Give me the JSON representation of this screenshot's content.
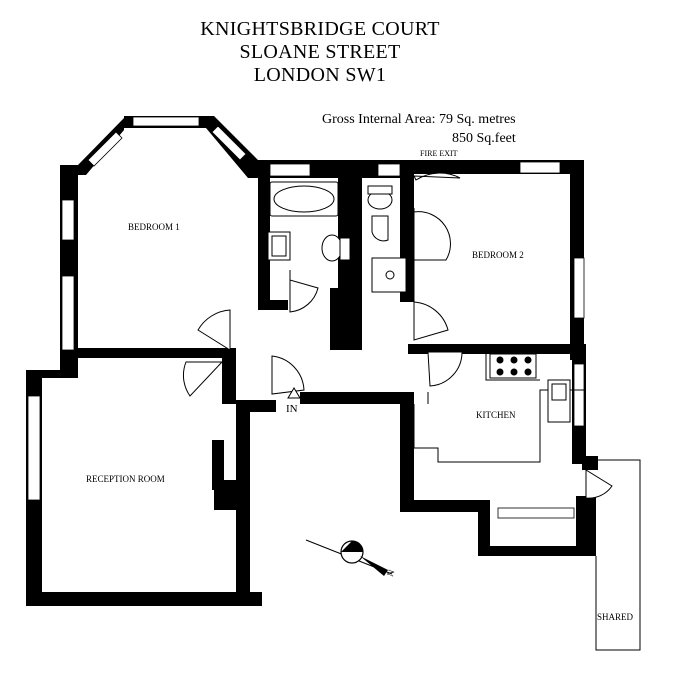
{
  "header": {
    "title_lines": [
      "KNIGHTSBRIDGE COURT",
      "SLOANE STREET",
      "LONDON SW1"
    ]
  },
  "area": {
    "line1": "Gross Internal Area: 79 Sq. metres",
    "line2": "850 Sq.feet"
  },
  "rooms": {
    "bedroom1": "BEDROOM 1",
    "bedroom2": "BEDROOM 2",
    "reception": "RECEPTION ROOM",
    "kitchen": "KITCHEN",
    "shared": "SHARED"
  },
  "labels": {
    "fire_exit": "FIRE EXIT",
    "entrance": "IN",
    "north": "N"
  },
  "colors": {
    "wall": "#000000",
    "background": "#ffffff"
  }
}
